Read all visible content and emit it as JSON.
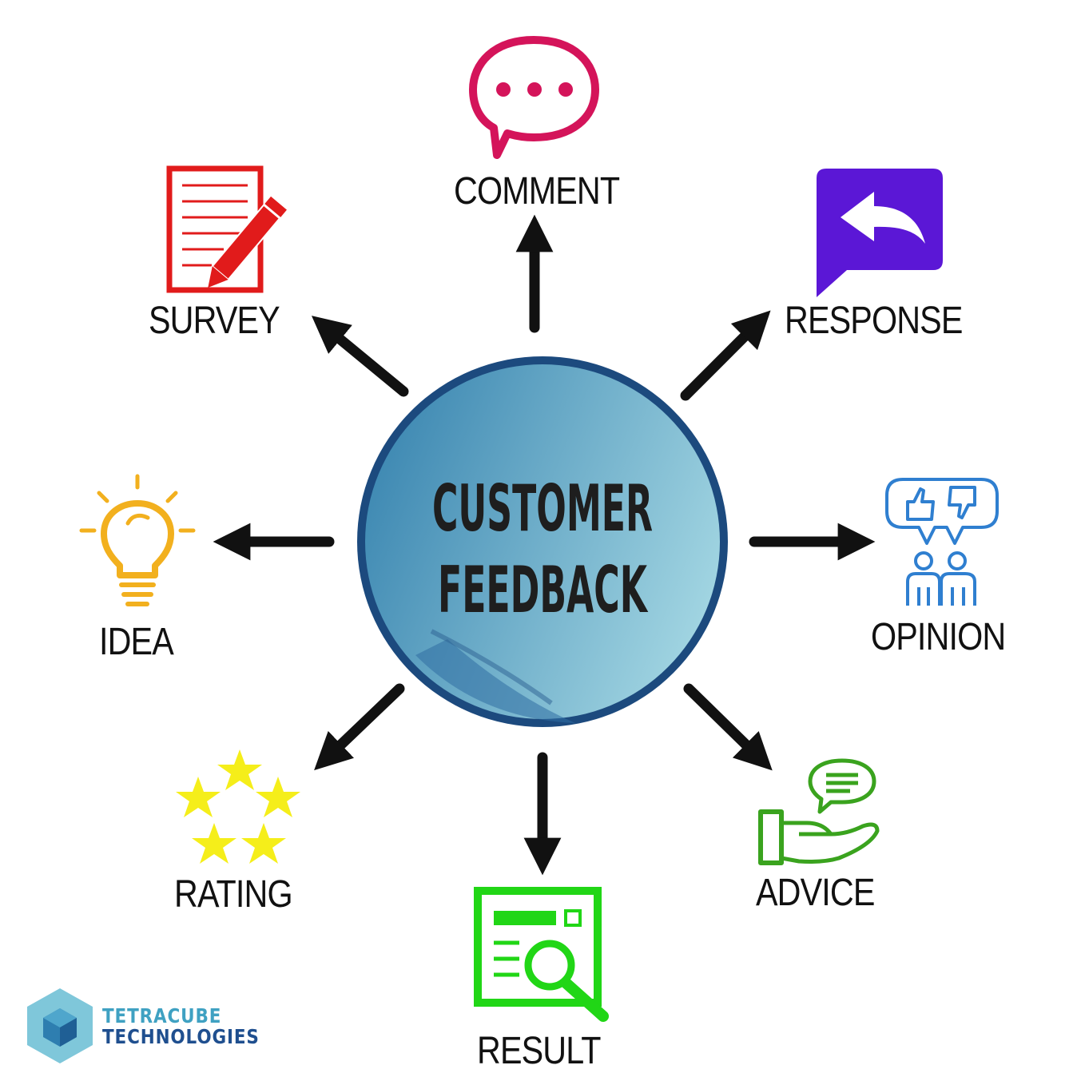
{
  "center": {
    "line1": "CUSTOMER",
    "line2": "FEEDBACK",
    "fill_light": "#a4d7e3",
    "fill_dark": "#3d88b2",
    "ring": "#1c4a7e"
  },
  "nodes": {
    "comment": {
      "label": "COMMENT",
      "icon": "speech-bubble-dots-icon",
      "color": "#d4145a"
    },
    "survey": {
      "label": "SURVEY",
      "icon": "document-pencil-icon",
      "color": "#e11b1b"
    },
    "response": {
      "label": "RESPONSE",
      "icon": "reply-arrow-bubble-icon",
      "color": "#5b17d6"
    },
    "idea": {
      "label": "IDEA",
      "icon": "lightbulb-icon",
      "color": "#f2b01e"
    },
    "opinion": {
      "label": "OPINION",
      "icon": "people-thumbs-icon",
      "color": "#2f7fd0"
    },
    "rating": {
      "label": "RATING",
      "icon": "stars-ring-icon",
      "color": "#f5ee1a"
    },
    "result": {
      "label": "RESULT",
      "icon": "document-search-icon",
      "color": "#21d616"
    },
    "advice": {
      "label": "ADVICE",
      "icon": "hand-chat-icon",
      "color": "#3aa31e"
    }
  },
  "logo": {
    "line1": "TETRACUBE",
    "line2": "TECHNOLOGIES",
    "color1": "#3fa1c2",
    "color2": "#1f4f8f"
  }
}
